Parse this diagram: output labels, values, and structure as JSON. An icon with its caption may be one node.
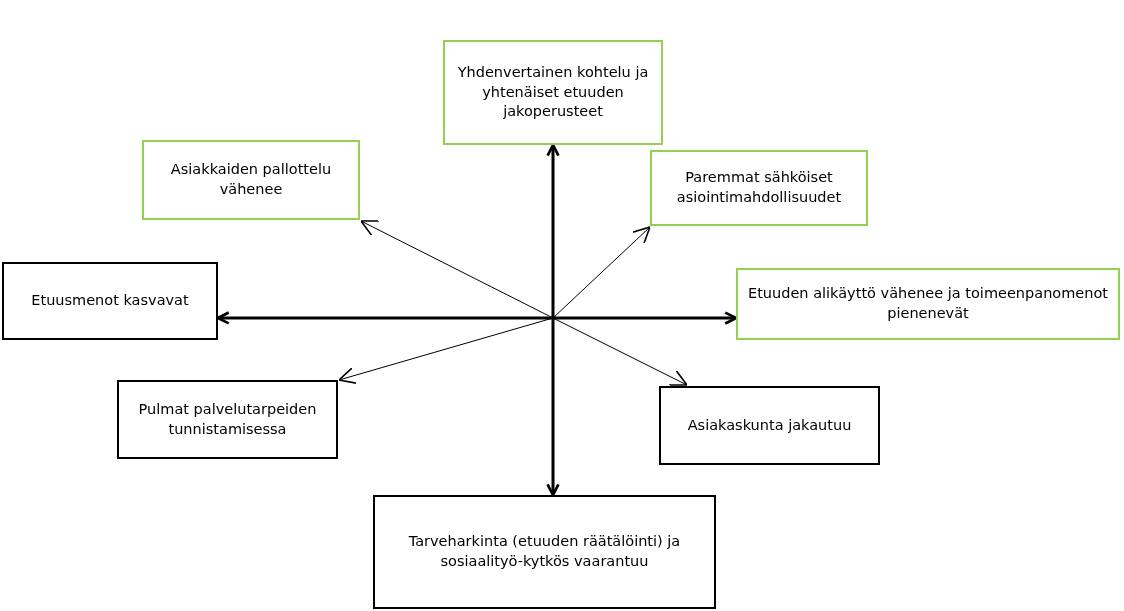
{
  "diagram": {
    "nodes": [
      {
        "text": [
          "Yhdenvertainen kohtelu ja yhtenäiset etuuden jakoperusteet"
        ]
      },
      {
        "text": [
          "Asiakkaiden pallottelu vähenee"
        ]
      },
      {
        "text": [
          "Paremmat sähköiset asiointimahdollisuudet"
        ]
      },
      {
        "text": [
          "Etuusmenot kasvavat"
        ]
      },
      {
        "text": [
          "Etuuden alikäyttö vähenee ja toimeenpanomenot pienenevät"
        ]
      },
      {
        "text": [
          "Pulmat palvelutarpeiden tunnistamisessa"
        ]
      },
      {
        "text": [
          "Asiakaskunta jakautuu"
        ]
      },
      {
        "text": [
          "Tarveharkinta (etuuden räätälöinti) ja sosiaalityö-kytkös vaarantuu"
        ]
      }
    ],
    "edges": [
      {
        "from": 0,
        "to": 7,
        "arrow": "both",
        "style": "thick"
      },
      {
        "from": 3,
        "to": 4,
        "arrow": "both",
        "style": "thick"
      },
      {
        "from": 1,
        "to": 6,
        "arrow": "both"
      },
      {
        "from": 2,
        "to": 5,
        "arrow": "both"
      }
    ]
  }
}
